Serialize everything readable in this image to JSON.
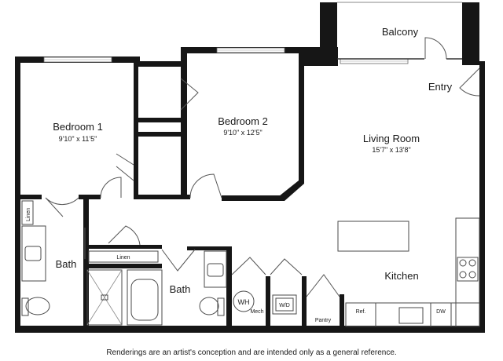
{
  "rooms": {
    "balcony": "Balcony",
    "entry": "Entry",
    "bedroom1": {
      "name": "Bedroom 1",
      "dims": "9'10\" x 11'5\""
    },
    "bedroom2": {
      "name": "Bedroom 2",
      "dims": "9'10\" x 12'5\""
    },
    "living": {
      "name": "Living Room",
      "dims": "15'7\" x 13'8\""
    },
    "kitchen": "Kitchen",
    "bath1": "Bath",
    "bath2": "Bath"
  },
  "labels": {
    "linen_vertical": "Linen",
    "linen": "Linen",
    "wh": "WH",
    "wd": "W/D",
    "mech": "Mech",
    "pantry": "Pantry",
    "ref": "Ref.",
    "dw": "DW"
  },
  "disclaimer": "Renderings are an artist's conception and are intended only as a general reference."
}
